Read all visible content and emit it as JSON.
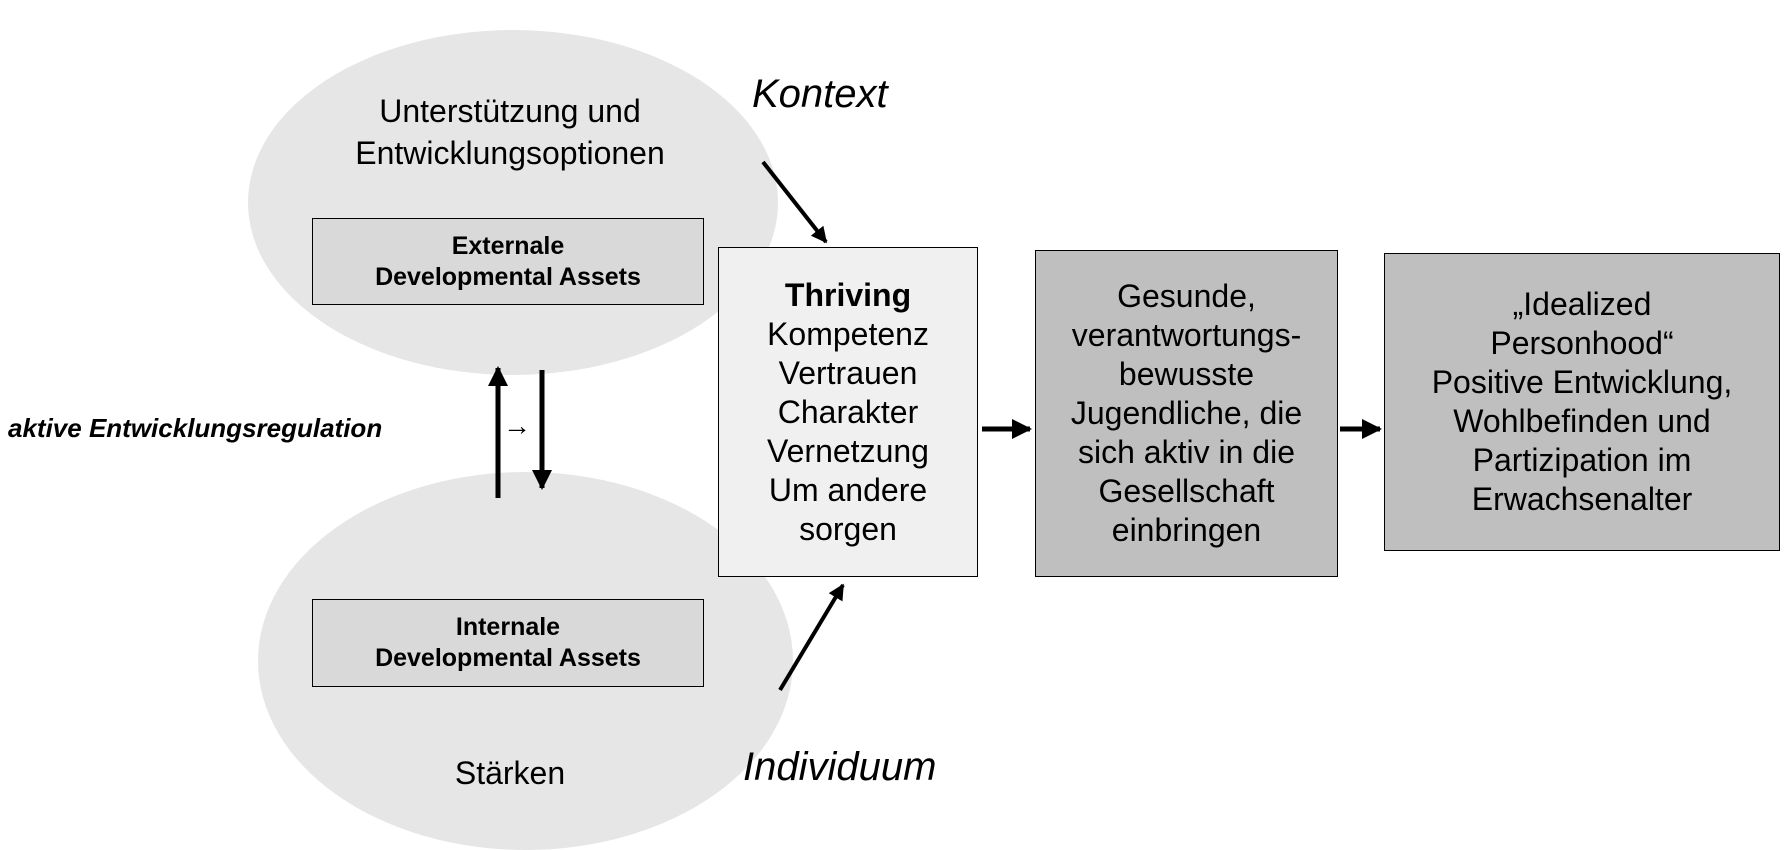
{
  "context": {
    "support_text_line1": "Unterstützung und",
    "support_text_line2": "Entwicklungsoptionen",
    "label": "Kontext"
  },
  "individual": {
    "strengths_text": "Stärken",
    "label": "Individuum"
  },
  "external_assets": {
    "line1": "Externale",
    "line2": "Developmental Assets"
  },
  "internal_assets": {
    "line1": "Internale",
    "line2": "Developmental Assets"
  },
  "regulation": {
    "label": "aktive Entwicklungsregulation",
    "glyph": "→"
  },
  "thriving": {
    "title": "Thriving",
    "items": [
      "Kompetenz",
      "Vertrauen",
      "Charakter",
      "Vernetzung",
      "Um andere",
      "sorgen"
    ]
  },
  "youth_outcome": {
    "lines": [
      "Gesunde,",
      "verantwortungs-",
      "bewusste",
      "Jugendliche, die",
      "sich aktiv in die",
      "Gesellschaft",
      "einbringen"
    ]
  },
  "adult_outcome": {
    "lines": [
      "„Idealized",
      "Personhood“",
      "Positive Entwicklung,",
      "Wohlbefinden und",
      "Partizipation im",
      "Erwachsenalter"
    ]
  },
  "colors": {
    "ellipse_fill": "#e6e6e6",
    "asset_box_fill": "#d9d9d9",
    "thriving_box_fill": "#f0f0f0",
    "outcome_box_fill": "#bfbfbf"
  }
}
